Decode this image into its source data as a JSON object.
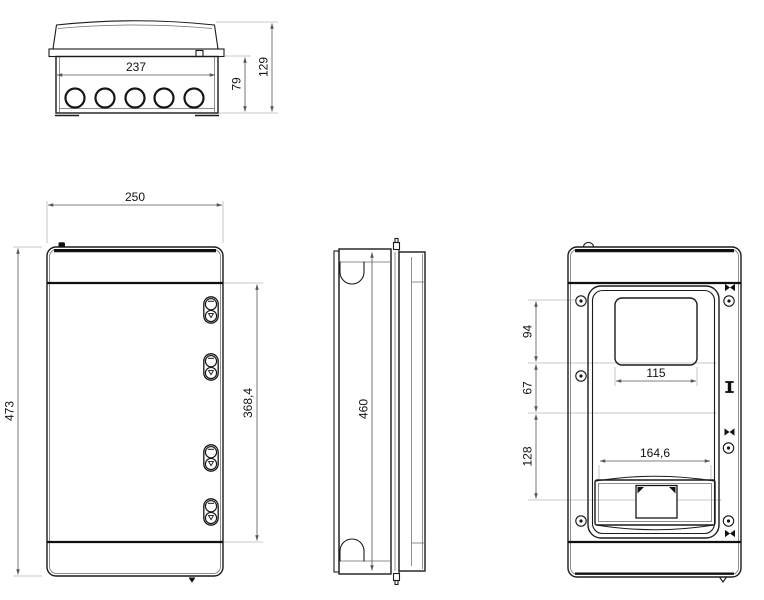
{
  "drawing": {
    "kind": "technical-orthographic-drawing",
    "subject": "plastic electrical distribution enclosure shown in four views (top, front, side, rear/inner)",
    "background": "#ffffff"
  },
  "dims": {
    "top_width": "237",
    "top_depth": "79",
    "top_total_depth": "129",
    "front_width": "250",
    "front_height": "473",
    "front_door_height": "368,4",
    "side_height": "460",
    "rear_seg_top": "94",
    "rear_seg_mid": "67",
    "rear_seg_bottom": "128",
    "rear_window_width": "115",
    "rear_rail_width": "164,6"
  },
  "colors": {
    "geometry_line": "#1b1b1b",
    "thick_line": "#101010",
    "dimension_line": "#555555",
    "extension_line": "#b9b9b9",
    "text": "#111111"
  }
}
